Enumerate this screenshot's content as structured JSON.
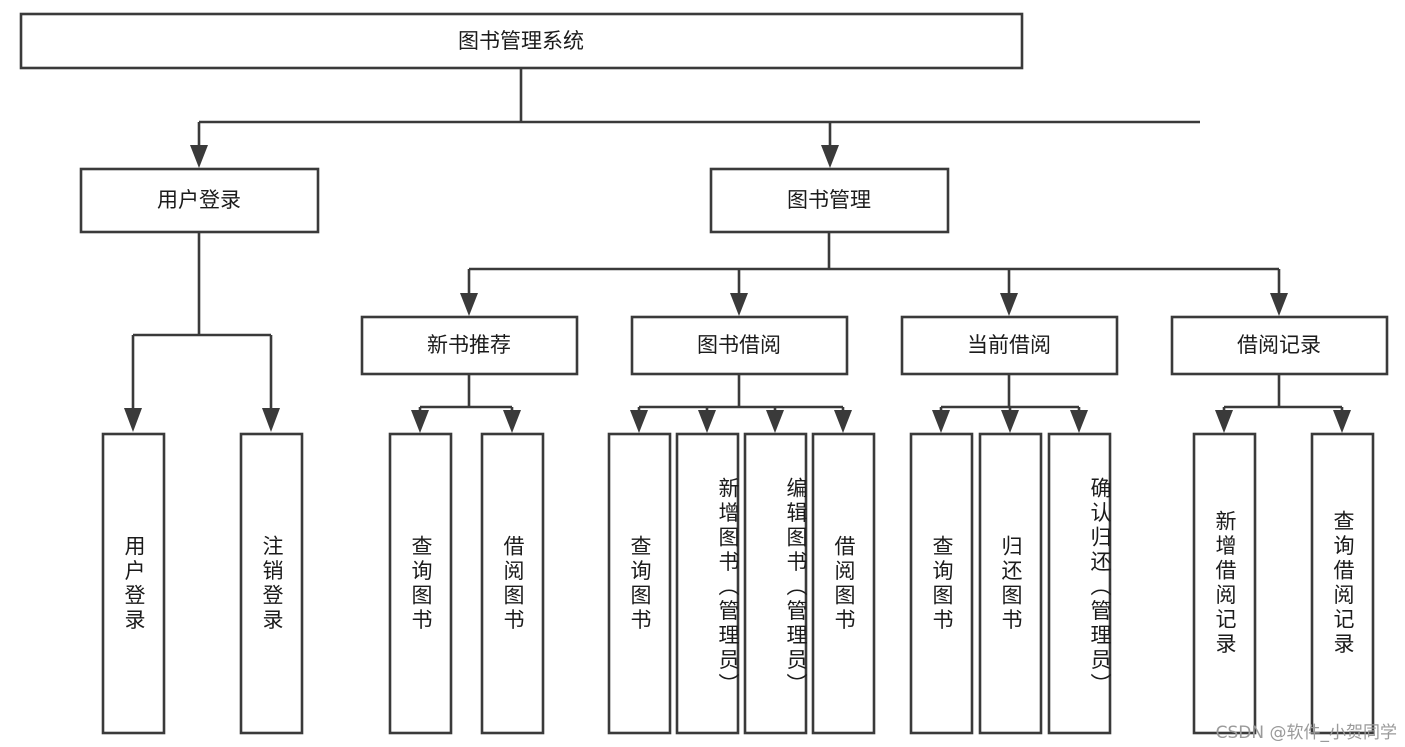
{
  "diagram": {
    "type": "tree-hierarchy",
    "title": "图书管理系统",
    "watermark": "CSDN @软件_小贺同学",
    "colors": {
      "box_stroke": "#3a3a3a",
      "box_fill": "#ffffff",
      "text": "#1b1b1b",
      "connector": "#3a3a3a",
      "watermark": "#9a9a9a",
      "background": "#ffffff"
    },
    "levels": {
      "root": {
        "label": "图书管理系统"
      },
      "level2": [
        {
          "label": "用户登录"
        },
        {
          "label": "图书管理"
        }
      ],
      "level3": [
        {
          "label": "新书推荐"
        },
        {
          "label": "图书借阅"
        },
        {
          "label": "当前借阅"
        },
        {
          "label": "借阅记录"
        }
      ],
      "leaves": {
        "user_login": [
          {
            "label": "用户登录"
          },
          {
            "label": "注销登录"
          }
        ],
        "new_book_recommend": [
          {
            "label": "查询图书"
          },
          {
            "label": "借阅图书"
          }
        ],
        "book_borrow": [
          {
            "label": "查询图书"
          },
          {
            "label": "新增图书（管理员）"
          },
          {
            "label": "编辑图书（管理员）"
          },
          {
            "label": "借阅图书"
          }
        ],
        "current_borrow": [
          {
            "label": "查询图书"
          },
          {
            "label": "归还图书"
          },
          {
            "label": "确认归还（管理员）"
          }
        ],
        "borrow_record": [
          {
            "label": "新增借阅记录"
          },
          {
            "label": "查询借阅记录"
          }
        ]
      }
    }
  }
}
